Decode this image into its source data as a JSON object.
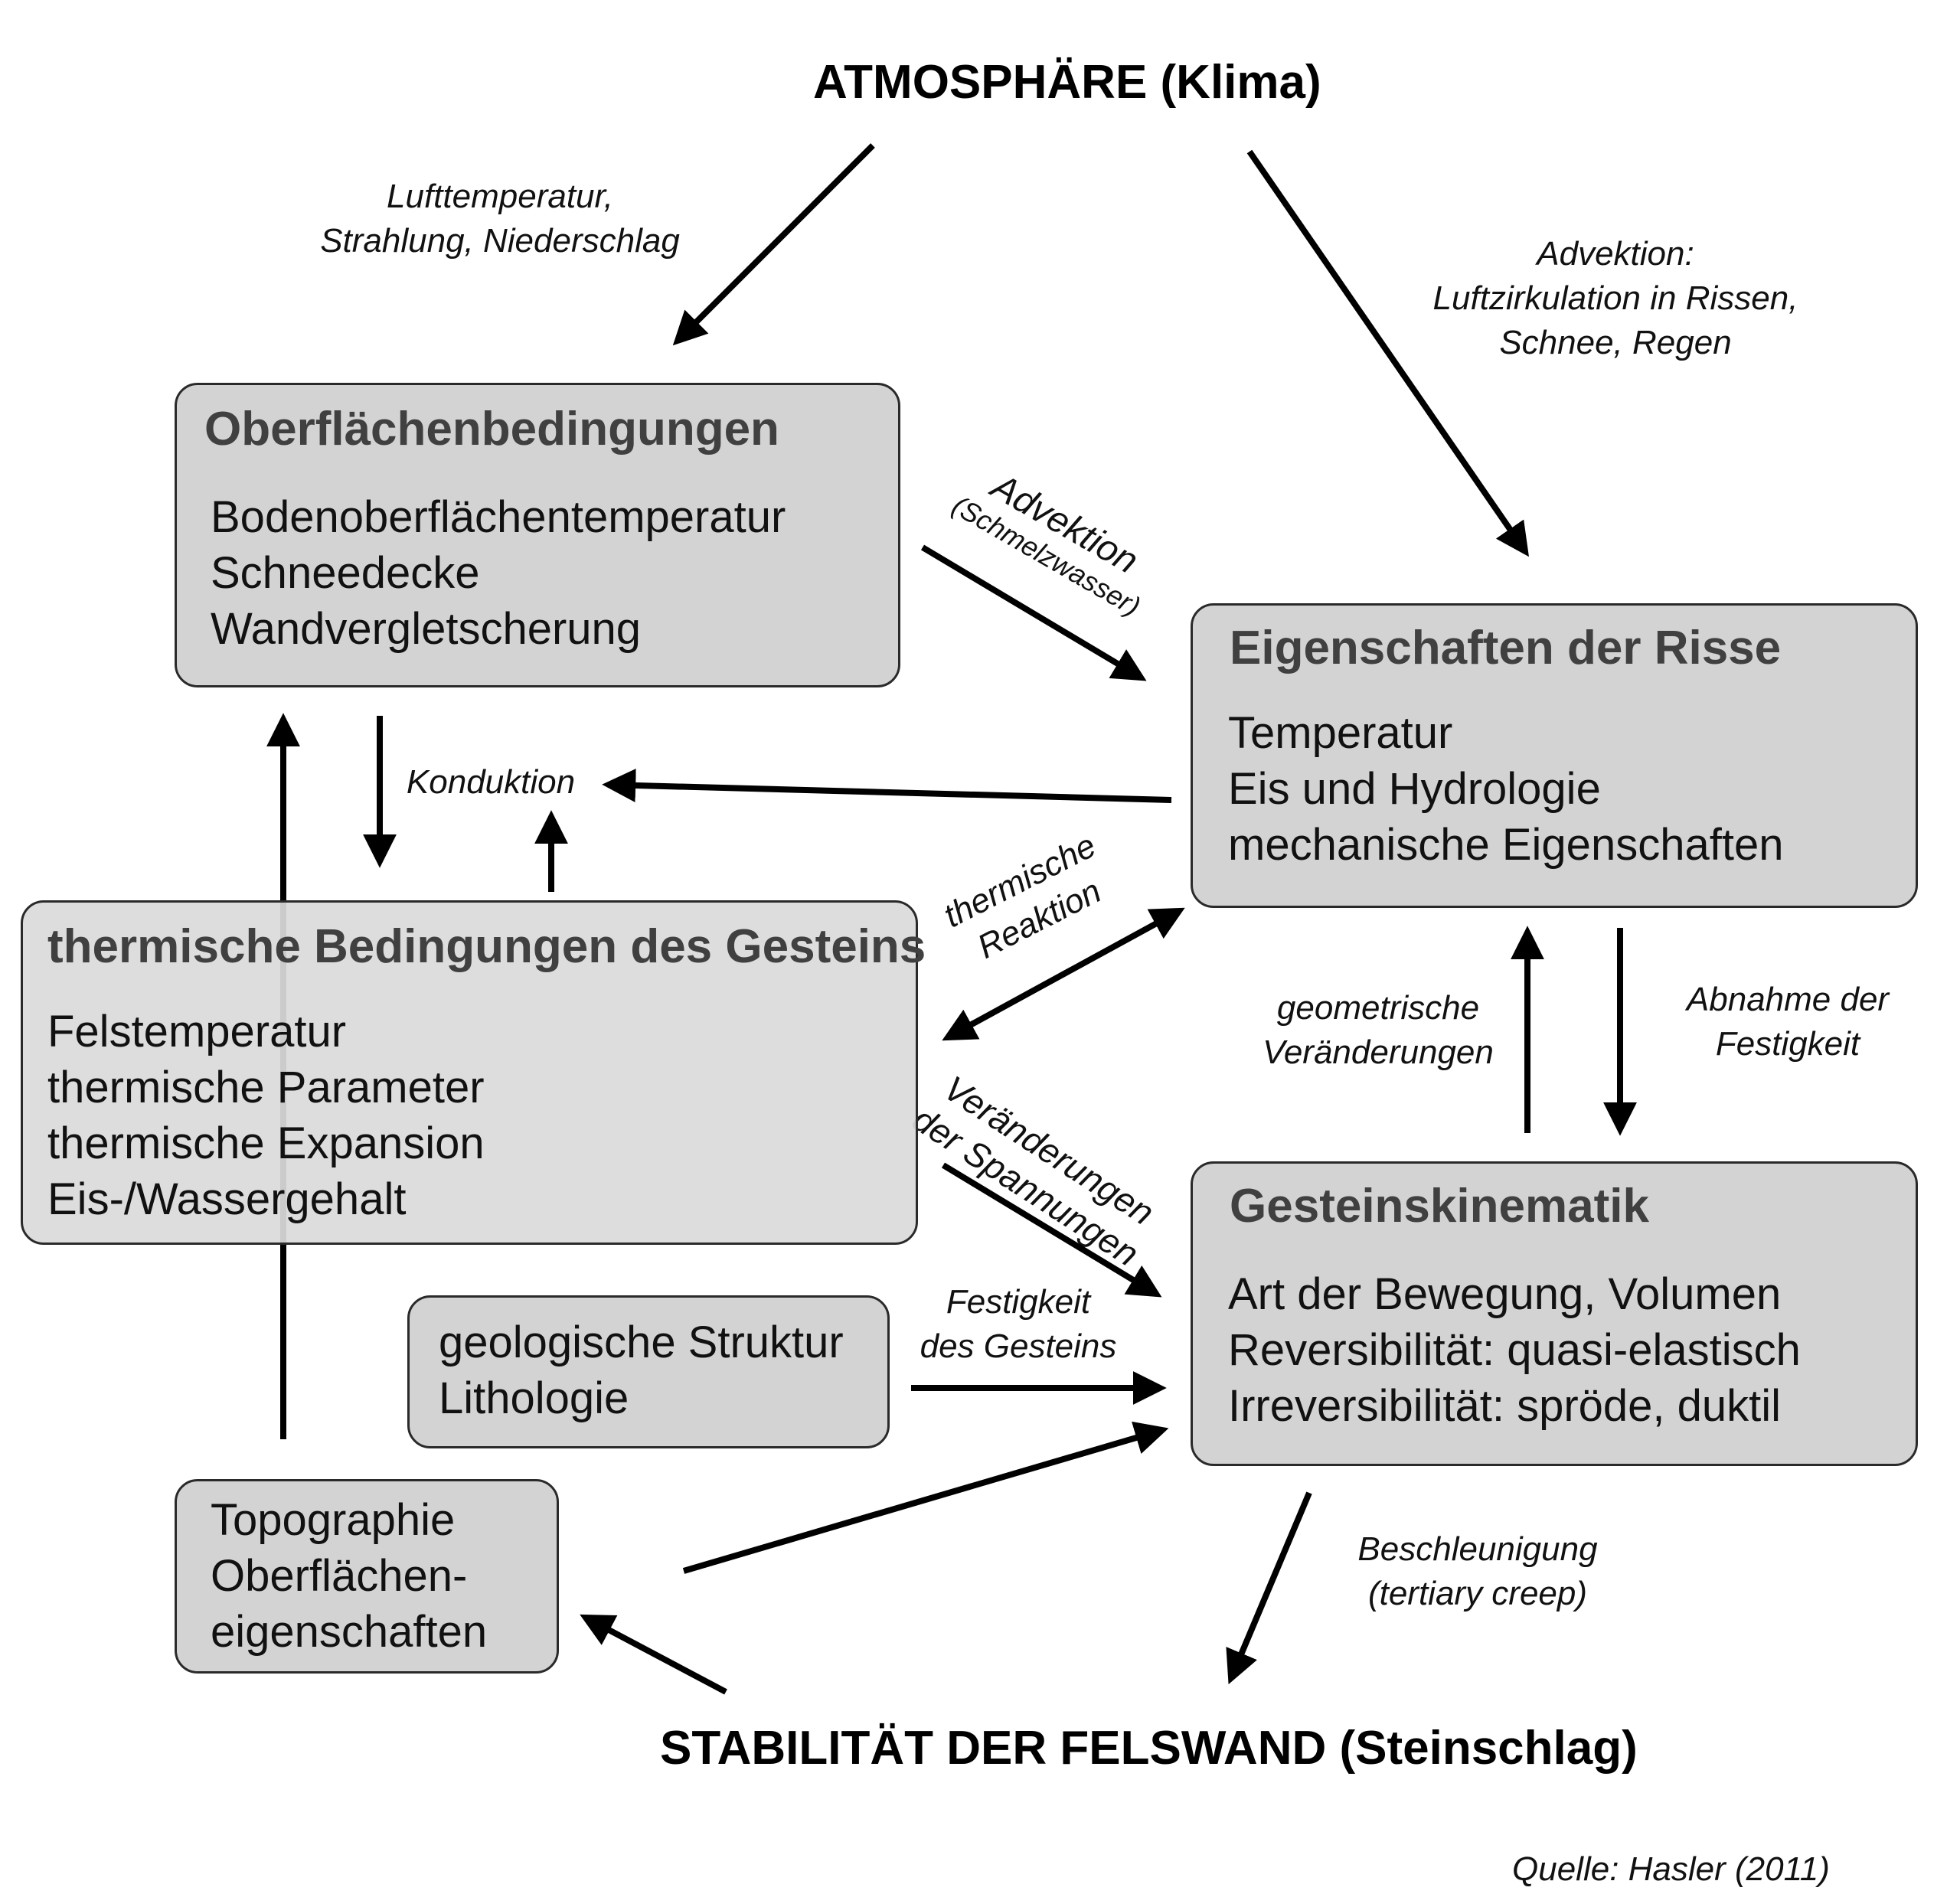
{
  "top_heading": "ATMOSPHÄRE (Klima)",
  "bottom_heading": "STABILITÄT DER FELSWAND (Steinschlag)",
  "source": "Quelle: Hasler (2011)",
  "boxes": {
    "surface": {
      "title": "Oberflächenbedingungen",
      "lines": [
        "Bodenoberflächentemperatur",
        "Schneedecke",
        "Wandvergletscherung"
      ]
    },
    "cracks": {
      "title": "Eigenschaften der Risse",
      "lines": [
        "Temperatur",
        "Eis und Hydrologie",
        "mechanische Eigenschaften"
      ]
    },
    "thermal": {
      "title": "thermische Bedingungen des Gesteins",
      "lines": [
        "Felstemperatur",
        "thermische Parameter",
        "thermische Expansion",
        "Eis-/Wassergehalt"
      ]
    },
    "geology": {
      "lines": [
        "geologische Struktur",
        "Lithologie"
      ]
    },
    "kinematics": {
      "title": "Gesteinskinematik",
      "lines": [
        "Art der Bewegung, Volumen",
        "Reversibilität: quasi-elastisch",
        "Irreversibilität: spröde, duktil"
      ]
    },
    "topography": {
      "lines": [
        "Topographie",
        "Oberflächen-",
        "eigenschaften"
      ]
    }
  },
  "labels": {
    "air_temp": [
      "Lufttemperatur,",
      "Strahlung, Niederschlag"
    ],
    "advection_air": [
      "Advektion:",
      "Luftzirkulation in Rissen,",
      "Schnee, Regen"
    ],
    "advection_melt": [
      "Advektion",
      "(Schmelzwasser)"
    ],
    "conduction": "Konduktion",
    "thermal_reaction": [
      "thermische",
      "Reaktion"
    ],
    "stress_change": [
      "Veränderungen",
      "der Spannungen"
    ],
    "rock_strength": [
      "Festigkeit",
      "des Gesteins"
    ],
    "geometric_change": [
      "geometrische",
      "Veränderungen"
    ],
    "strength_decrease": [
      "Abnahme der",
      "Festigkeit"
    ],
    "acceleration": [
      "Beschleunigung",
      "(tertiary creep)"
    ]
  }
}
